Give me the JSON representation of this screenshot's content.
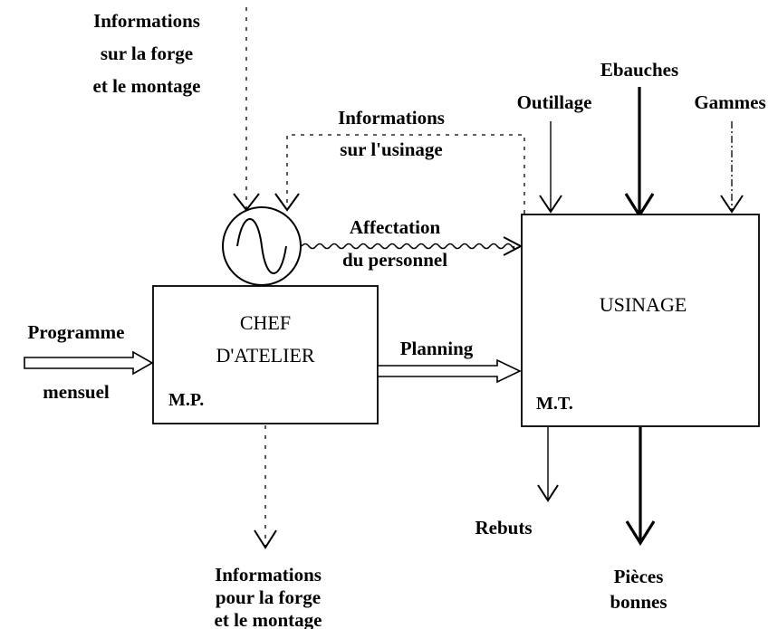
{
  "labels": {
    "info_forge_in": [
      "Informations",
      "sur la forge",
      "et le montage"
    ],
    "info_usinage": [
      "Informations",
      "sur l'usinage"
    ],
    "ebauches": "Ebauches",
    "outillage": "Outillage",
    "gammes": "Gammes",
    "affectation": [
      "Affectation",
      "du personnel"
    ],
    "programme": "Programme",
    "mensuel": "mensuel",
    "planning": "Planning",
    "rebuts": "Rebuts",
    "pieces_bonnes": [
      "Pièces",
      "bonnes"
    ],
    "info_forge_out": [
      "Informations",
      "pour la forge",
      "et le montage"
    ]
  },
  "boxes": {
    "chef_atelier": {
      "title": [
        "CHEF",
        "D'ATELIER"
      ],
      "tag": "M.P."
    },
    "usinage": {
      "title": "USINAGE",
      "tag": "M.T."
    }
  },
  "regulator": {
    "symbol": "sine-wave-icon"
  }
}
